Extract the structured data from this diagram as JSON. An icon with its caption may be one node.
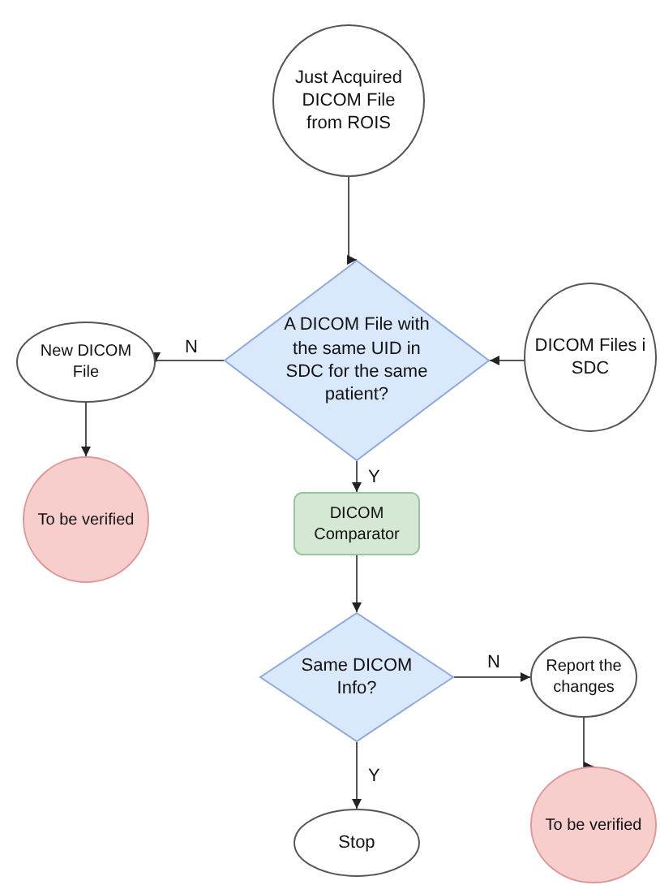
{
  "diagram": {
    "nodes": [
      {
        "text": [
          "Just Acquired DICOM File from ROIS"
        ]
      },
      {
        "text": [
          "DICOM Files i SDC"
        ]
      },
      {
        "text": [
          "A DICOM File with the same UID in SDC for the same patient?"
        ]
      },
      {
        "text": [
          "New DICOM File"
        ]
      },
      {
        "text": [
          "To be verified"
        ]
      },
      {
        "text": [
          "DICOM Comparator"
        ]
      },
      {
        "text": [
          "Same DICOM Info?"
        ]
      },
      {
        "text": [
          "Report the changes"
        ]
      },
      {
        "text": [
          "To be verified"
        ]
      },
      {
        "text": [
          "Stop"
        ]
      }
    ],
    "edges": [
      {
        "from": 0,
        "to": 2,
        "arrow": "to"
      },
      {
        "from": 1,
        "to": 2,
        "arrow": "to"
      },
      {
        "from": 2,
        "to": 3,
        "arrow": "to",
        "label": "N"
      },
      {
        "from": 3,
        "to": 4,
        "arrow": "to"
      },
      {
        "from": 2,
        "to": 5,
        "arrow": "to",
        "label": "Y"
      },
      {
        "from": 5,
        "to": 6,
        "arrow": "to"
      },
      {
        "from": 6,
        "to": 7,
        "arrow": "to",
        "label": "N"
      },
      {
        "from": 7,
        "to": 8,
        "arrow": "to"
      },
      {
        "from": 6,
        "to": 9,
        "arrow": "to",
        "label": "Y"
      }
    ]
  }
}
